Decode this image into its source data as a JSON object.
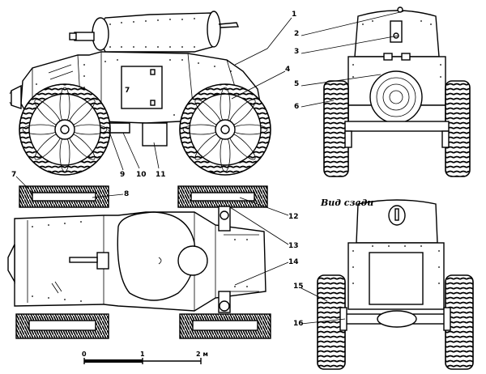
{
  "callouts": [
    "1",
    "2",
    "3",
    "4",
    "5",
    "6",
    "7",
    "8",
    "9",
    "10",
    "11",
    "12",
    "13",
    "14",
    "15",
    "16"
  ],
  "door_marker": "7",
  "rear_view_caption": "Вид сзади",
  "scale": {
    "start": "0",
    "mid": "1",
    "end": "2 м"
  }
}
